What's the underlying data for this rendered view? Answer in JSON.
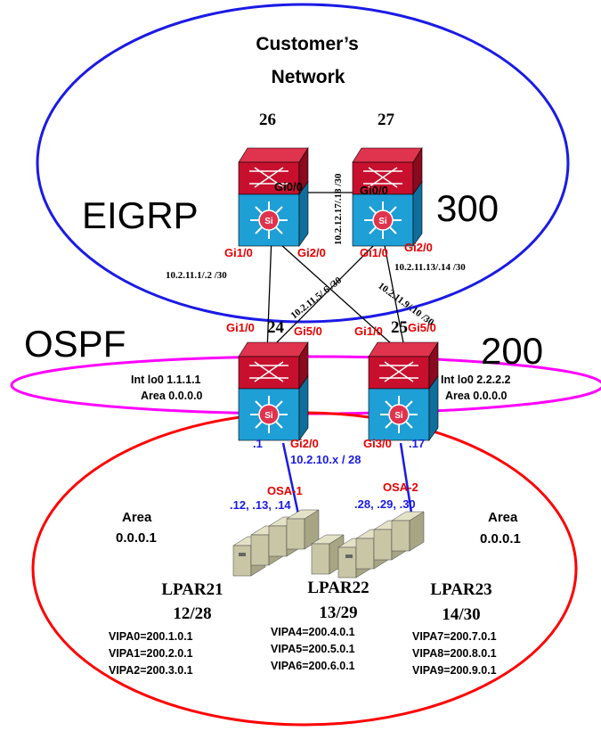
{
  "customer_network": "Customer’s\nNetwork",
  "routing": {
    "eigrp": "EIGRP",
    "eigrp_as": "300",
    "ospf": "OSPF",
    "ospf_id": "200"
  },
  "switches": {
    "s26": "26",
    "s27": "27",
    "s24": "24",
    "s25": "25"
  },
  "ports": {
    "s26_gi00": "Gi0/0",
    "s27_gi00": "Gi0/0",
    "s26_gi10": "Gi1/0",
    "s26_gi20": "Gi2/0",
    "s27_gi10": "Gi1/0",
    "s27_gi20": "Gi2/0",
    "s24_gi10": "Gi1/0",
    "s24_gi50": "Gi5/0",
    "s25_gi10": "Gi1/0",
    "s25_gi50": "Gi5/0",
    "s24_gi20": "Gi2/0",
    "s25_gi30": "Gi3/0"
  },
  "links": {
    "l26_27": "10.2.12.17/.18 /30",
    "l26_24": "10.2.11.1/.2 /30",
    "l27_24": "10.2.11.5/.6 /30",
    "l27_25": "10.2.11.9/.10 /30",
    "l25_27b": "10.2.11.13/.14 /30"
  },
  "ospf_boxes": {
    "s24_lo": "Int lo0 1.1.1.1",
    "s24_area": "Area 0.0.0.0",
    "s25_lo": "Int lo0 2.2.2.2",
    "s25_area": "Area 0.0.0.0"
  },
  "lan": {
    "ip24": ".1",
    "subnet": "10.2.10.x / 28",
    "ip25": ".17"
  },
  "osa": {
    "osa1": "OSA-1",
    "osa1_ips": ".12, .13, .14",
    "osa2": "OSA-2",
    "osa2_ips": ".28, .29, .30"
  },
  "areas": {
    "left_title": "Area",
    "left_id": "0.0.0.1",
    "right_title": "Area",
    "right_id": "0.0.0.1"
  },
  "lpars": [
    {
      "name": "LPAR21",
      "ids": "12/28",
      "vipas": [
        "VIPA0=200.1.0.1",
        "VIPA1=200.2.0.1",
        "VIPA2=200.3.0.1"
      ]
    },
    {
      "name": "LPAR22",
      "ids": "13/29",
      "vipas": [
        "VIPA4=200.4.0.1",
        "VIPA5=200.5.0.1",
        "VIPA6=200.6.0.1"
      ]
    },
    {
      "name": "LPAR23",
      "ids": "14/30",
      "vipas": [
        "VIPA7=200.7.0.1",
        "VIPA8=200.8.0.1",
        "VIPA9=200.9.0.1"
      ]
    }
  ],
  "colors": {
    "eigrp_ellipse": "#1a1ae6",
    "ospf_ellipse": "#ff00ff",
    "lower_ellipse": "#ff0000",
    "port_label": "#e60000",
    "ip_label": "#1a1ae6",
    "switch_top": "#c8102e",
    "switch_body": "#1e9fd6",
    "mainframe": "#c9c6a6"
  },
  "icons": {
    "switch": "catalyst-multilayer-switch-icon",
    "mainframe": "mainframe-icon"
  }
}
